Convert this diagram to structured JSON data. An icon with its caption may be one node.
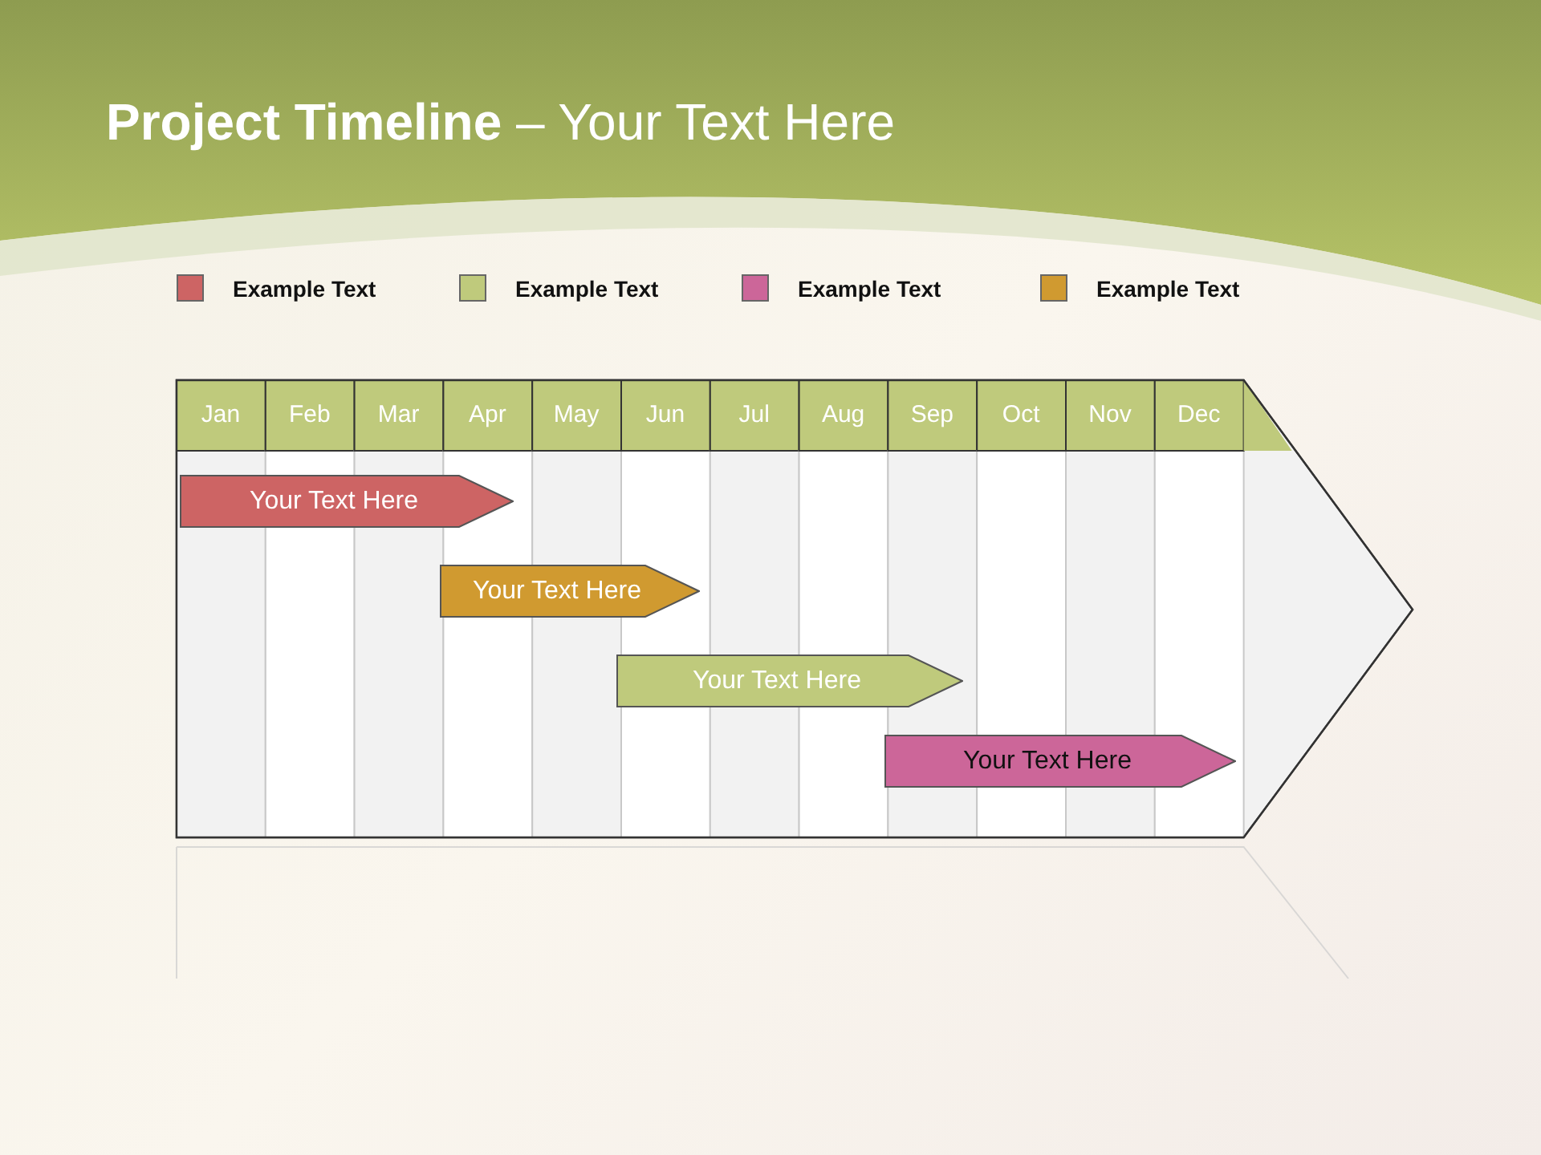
{
  "diagram": {
    "title": "**Project Timeline** – Your Text Here",
    "nodes": [
      {
        "text": [
          "Your Text Here"
        ]
      },
      {
        "text": [
          "Your Text Here"
        ]
      },
      {
        "text": [
          "Your Text Here"
        ]
      },
      {
        "text": [
          "Your Text Here"
        ]
      }
    ],
    "labels": [
      "Jan",
      "Feb",
      "Mar",
      "Apr",
      "May",
      "Jun",
      "Jul",
      "Aug",
      "Sep",
      "Oct",
      "Nov",
      "Dec"
    ],
    "legend": [
      {
        "text": "Example Text",
        "color": "#cd6464"
      },
      {
        "text": "Example Text",
        "color": "#bfca7c"
      },
      {
        "text": "Example Text",
        "color": "#cc6699"
      },
      {
        "text": "Example Text",
        "color": "#d09a30"
      }
    ]
  }
}
